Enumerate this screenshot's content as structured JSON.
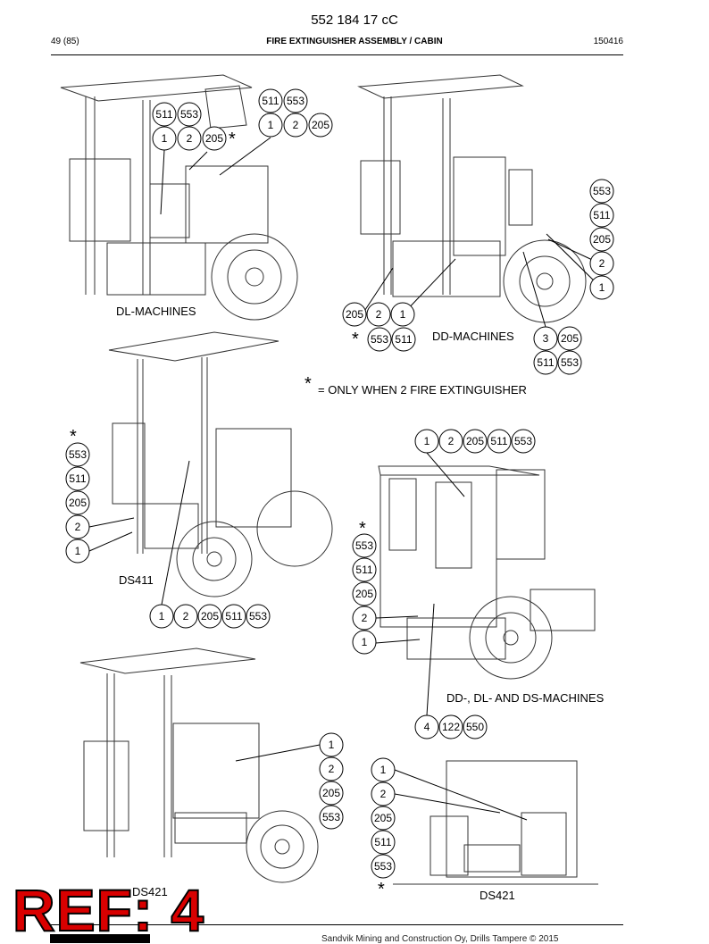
{
  "header": {
    "doc_number": "552 184 17 cC",
    "page": "49 (85)",
    "title": "FIRE EXTINGUISHER ASSEMBLY / CABIN",
    "date": "150416"
  },
  "note": {
    "star": "*",
    "text": "= ONLY WHEN 2 FIRE EXTINGUISHER"
  },
  "machine_labels": {
    "dl": "DL-MACHINES",
    "dd": "DD-MACHINES",
    "ds411": "DS411",
    "combined": "DD-, DL- AND DS-MACHINES",
    "ds421_left": "DS421",
    "ds421_right": "DS421"
  },
  "star": "*",
  "callouts": {
    "dl_a": [
      "511",
      "553"
    ],
    "dl_b": [
      "1",
      "2",
      "205"
    ],
    "dl_c": [
      "511",
      "553"
    ],
    "dl_d": [
      "1",
      "2",
      "205"
    ],
    "dd_right": [
      "553",
      "511",
      "205",
      "2",
      "1"
    ],
    "dd_bottom_a": [
      "205",
      "2",
      "1"
    ],
    "dd_bottom_b": [
      "553",
      "511"
    ],
    "dd_bottom_c": [
      "3",
      "205"
    ],
    "dd_bottom_d": [
      "511",
      "553"
    ],
    "ds411_left": [
      "553",
      "511",
      "205",
      "2",
      "1"
    ],
    "ds411_bottom": [
      "1",
      "2",
      "205",
      "511",
      "553"
    ],
    "combined_top": [
      "1",
      "2",
      "205",
      "511",
      "553"
    ],
    "combined_left": [
      "553",
      "511",
      "205",
      "2",
      "1"
    ],
    "combined_bottom": [
      "4",
      "122",
      "550"
    ],
    "ds421_mid": [
      "1",
      "2",
      "205",
      "553"
    ],
    "ds421_right": [
      "1",
      "2",
      "205",
      "511",
      "553"
    ]
  },
  "stamp": {
    "ref": "REF: 4"
  },
  "footer": {
    "company": "Sandvik Mining and Construction Oy, Drills Tampere © 2015"
  }
}
